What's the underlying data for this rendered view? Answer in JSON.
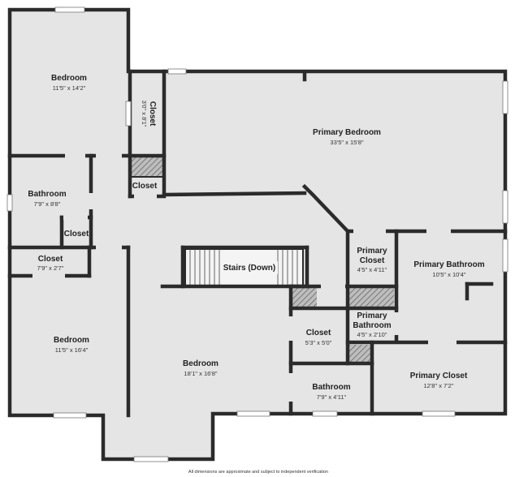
{
  "rooms": {
    "bedroom_top_left": {
      "name": "Bedroom",
      "dims": "11'5\" x 14'2\""
    },
    "closet_vertical": {
      "name": "Closet",
      "dims": "3'0\" x 8'1\""
    },
    "primary_bedroom": {
      "name": "Primary Bedroom",
      "dims": "33'5\" x 15'8\""
    },
    "bathroom_left": {
      "name": "Bathroom",
      "dims": "7'9\" x 8'8\""
    },
    "closet_small_mid": {
      "name": "Closet",
      "dims": ""
    },
    "closet_bath": {
      "name": "Closet",
      "dims": ""
    },
    "closet_left": {
      "name": "Closet",
      "dims": "7'9\" x 2'7\""
    },
    "stairs": {
      "name": "Stairs (Down)",
      "dims": ""
    },
    "primary_closet": {
      "name": "Primary Closet",
      "name_line1": "Primary",
      "name_line2": "Closet",
      "dims": "4'5\" x 4'11\""
    },
    "primary_bathroom": {
      "name": "Primary Bathroom",
      "dims": "10'5\" x 10'4\""
    },
    "primary_bathroom_small": {
      "name_line1": "Primary",
      "name_line2": "Bathroom",
      "dims": "4'5\" x 2'10\""
    },
    "bedroom_bottom_left": {
      "name": "Bedroom",
      "dims": "11'5\" x 16'4\""
    },
    "bedroom_center": {
      "name": "Bedroom",
      "dims": "18'1\" x 16'8\""
    },
    "closet_center": {
      "name": "Closet",
      "dims": "5'3\" x 5'0\""
    },
    "bathroom_center": {
      "name": "Bathroom",
      "dims": "7'9\" x 4'11\""
    },
    "primary_closet_large": {
      "name": "Primary Closet",
      "dims": "12'8\" x 7'2\""
    }
  },
  "footnote": "All dimensions are approximate and subject to independent verification",
  "colors": {
    "wall": "#2b2b2b",
    "floor": "#e5e5e5",
    "background": "#ffffff"
  }
}
